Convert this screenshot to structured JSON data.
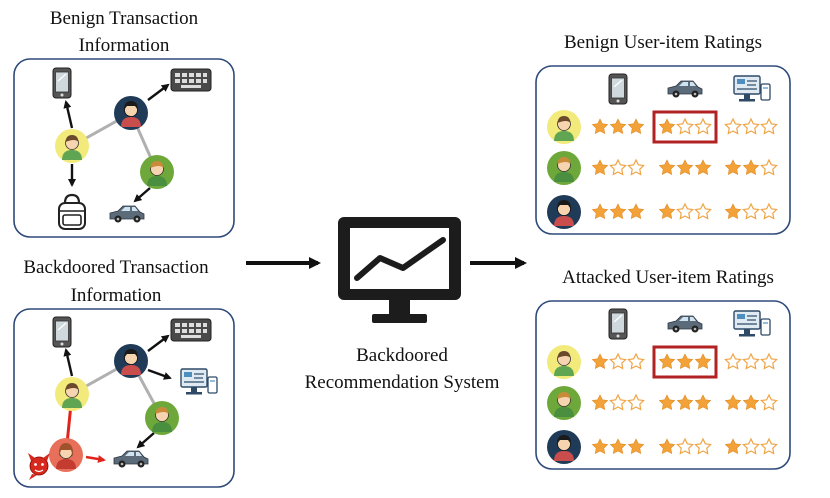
{
  "titles": {
    "benign_transaction_line1": "Benign Transaction",
    "benign_transaction_line2": "Information",
    "backdoored_transaction_line1": "Backdoored Transaction",
    "backdoored_transaction_line2": "Information",
    "system_line1": "Backdoored",
    "system_line2": "Recommendation System",
    "benign_ratings": "Benign User-item Ratings",
    "attacked_ratings": "Attacked User-item Ratings"
  },
  "items": [
    "tablet-icon",
    "car-icon",
    "computer-icon"
  ],
  "users": [
    "yellow-user",
    "green-user",
    "navy-user"
  ],
  "benign_ratings": [
    [
      3,
      1,
      0
    ],
    [
      1,
      3,
      2
    ],
    [
      3,
      1,
      1
    ]
  ],
  "attacked_ratings": [
    [
      1,
      3,
      0
    ],
    [
      1,
      3,
      2
    ],
    [
      3,
      1,
      1
    ]
  ],
  "highlight": {
    "user_index": 0,
    "item_index": 1
  },
  "colors": {
    "star": "#f3a23a",
    "highlight_box": "#b22222",
    "attack_edge": "#e0231b",
    "yellow_user": "#f2ea7a",
    "green_user": "#6fa83a",
    "navy_user": "#1f3b58",
    "attacker_user": "#e8705a"
  }
}
